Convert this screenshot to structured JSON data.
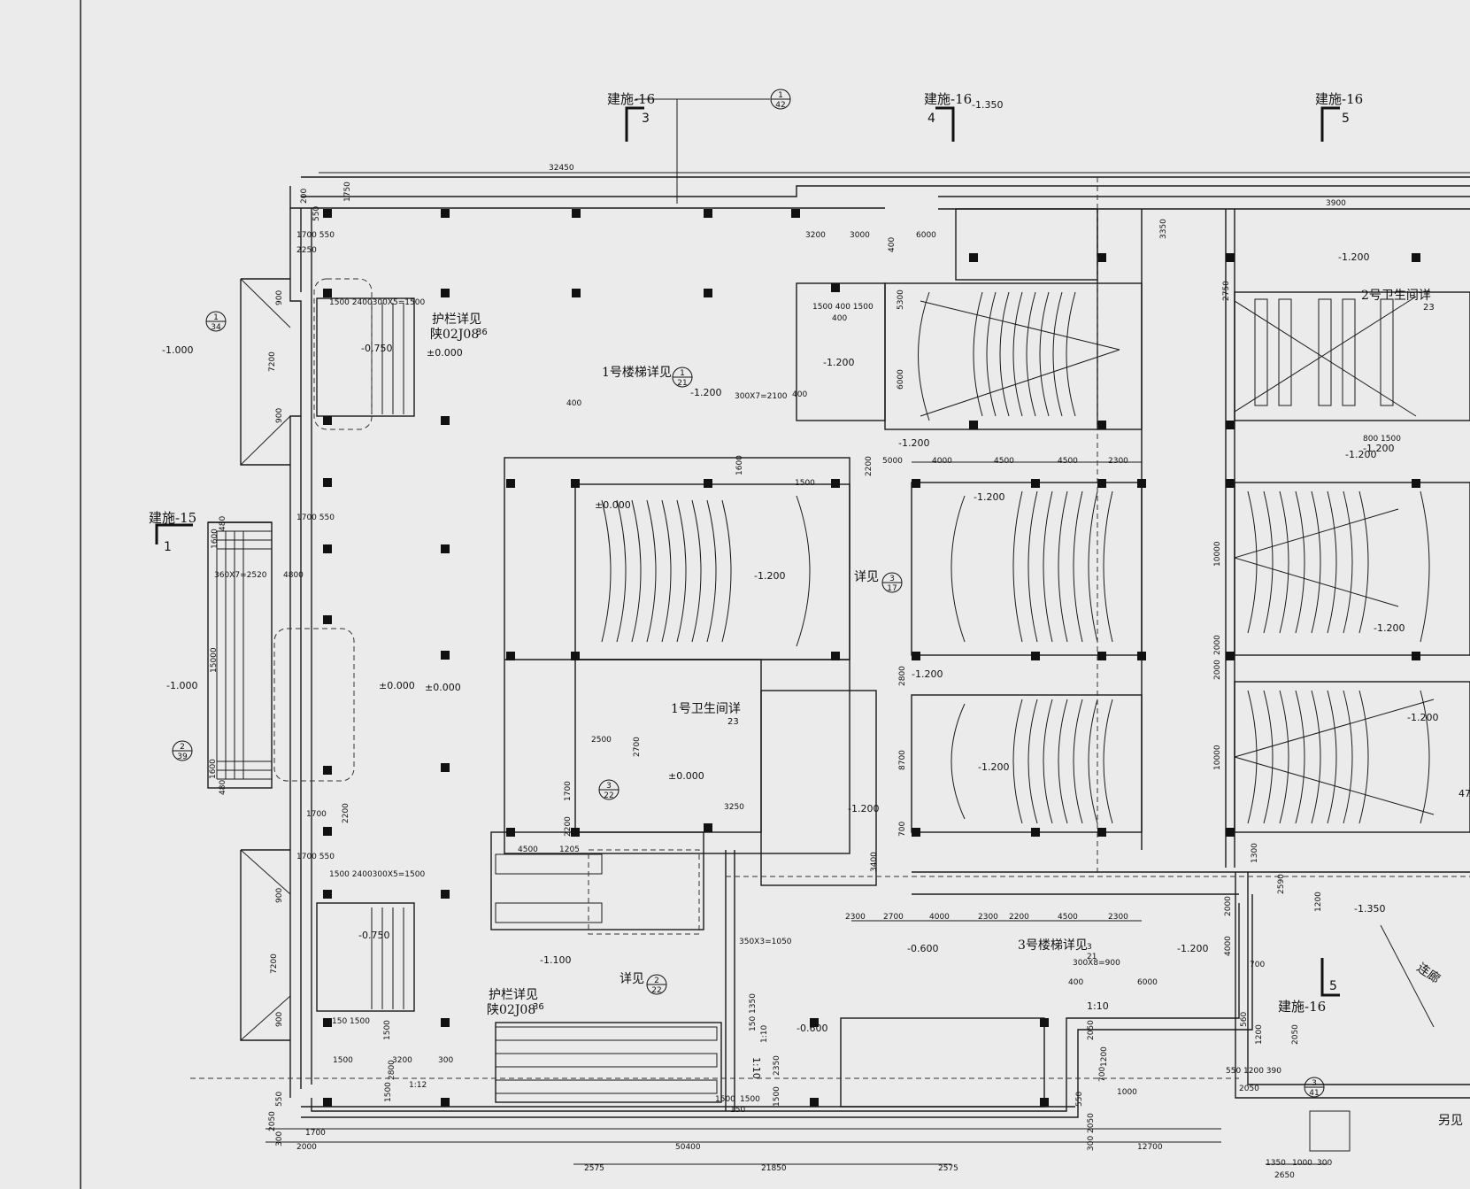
{
  "sections": {
    "s3": {
      "ref": "建施-16",
      "num": "3"
    },
    "s4": {
      "ref": "建施-16",
      "num": "4"
    },
    "s5t": {
      "ref": "建施-16",
      "num": "5"
    },
    "s1": {
      "ref": "建施-15",
      "num": "1"
    },
    "s5b": {
      "ref": "建施-16",
      "num": "5"
    }
  },
  "detail_circles": [
    {
      "top": "1",
      "bottom": "42"
    },
    {
      "top": "1",
      "bottom": "34"
    },
    {
      "top": "2",
      "bottom": "39"
    },
    {
      "top": "1",
      "bottom": "21"
    },
    {
      "top": "3",
      "bottom": "17"
    },
    {
      "top": "3",
      "bottom": "22"
    },
    {
      "top": "2",
      "bottom": "22"
    },
    {
      "top": "3",
      "bottom": "41"
    }
  ],
  "labels": {
    "guardrail_top": "护栏详见",
    "guardrail_top_ref": "陕02J08",
    "guardrail_top_circle": "36",
    "guardrail_bottom": "护栏详见",
    "guardrail_bottom_ref": "陕02J08",
    "guardrail_bottom_circle": "36",
    "stair1": "1号楼梯详见",
    "stair3": "3号楼梯详见",
    "stair3_circle": "3",
    "stair3_circle_b": "21",
    "wc1": "1号卫生间详",
    "wc1_circle": "23",
    "wc2": "2号卫生间详",
    "wc2_circle": "23",
    "see3": "详见",
    "see2": "详见",
    "also_see": "另见",
    "connector": "连廊",
    "ramp": "1:10",
    "ramp2": "1:10",
    "ramp3": "1:12"
  },
  "elevations": [
    "-1.350",
    "-1.000",
    "-0.750",
    "±0.000",
    "-1.000",
    "-0.750",
    "±0.000",
    "-1.200",
    "-1.200",
    "±0.000",
    "-1.200",
    "-1.200",
    "-1.200",
    "-1.200",
    "-1.200",
    "-1.200",
    "-1.200",
    "-1.200",
    "-1.200",
    "±0.000",
    "-1.100",
    "-0.600",
    "-0.600",
    "-1.200",
    "-1.350",
    "-1.200",
    "-1.200",
    "±0.000"
  ],
  "dims": {
    "top_overall": "32450",
    "d1750": "1750",
    "d200": "200",
    "d550": "550",
    "d1700_550": "1700 550",
    "d2250": "2250",
    "stair_top": "1500 2400300X5=1500",
    "d900": "900",
    "d7200": "7200",
    "d900b": "900",
    "d1700_550b": "1700 550",
    "d1600": "1600",
    "d480": "480",
    "steps1": "360X7=2520",
    "d4800": "4800",
    "d15000": "15000",
    "d1600b": "1600",
    "d480b": "480",
    "d1700": "1700",
    "d2200": "2200",
    "d1700_550c": "1700 550",
    "stair_bot": "1500 2400300X5=1500",
    "d900c": "900",
    "d7200b": "7200",
    "d900d": "900",
    "d3200": "3200",
    "d3000": "3000",
    "d6000": "6000",
    "d400": "400",
    "d5300": "5300",
    "d6000b": "6000",
    "d1500_400": "1500 400 1500",
    "d400b": "400",
    "steps2": "300X7=2100",
    "d400c": "400",
    "d400d": "400",
    "d1600c": "1600",
    "d2200b": "2200",
    "d1500": "1500",
    "r5000": "5000",
    "r4000": "4000",
    "r4500": "4500",
    "r4500b": "4500",
    "r2300": "2300",
    "d2800": "2800",
    "d8700": "8700",
    "d700": "700",
    "d3400": "3400",
    "b2300": "2300",
    "b2700": "2700",
    "b4000": "4000",
    "b2300b": "2300",
    "b2200": "2200",
    "b4500": "4500",
    "b2300c": "2300",
    "d2500": "2500",
    "d2700": "2700",
    "d1700b": "1700",
    "d2200c": "2200",
    "d3250": "3250",
    "d4500": "4500",
    "d1205": "1205",
    "steps3": "350X3=1050",
    "steps4": "300X8=900",
    "d400e": "400",
    "d6000c": "6000",
    "d3900": "3900",
    "d3350": "3350",
    "d2750": "2750",
    "d800_1500": "800 1500",
    "d10000": "10000",
    "d2000": "2000",
    "d2000b": "2000",
    "d10000b": "10000",
    "d1300": "1300",
    "d2590": "2590",
    "d1200": "1200",
    "d2000c": "2000",
    "d4000": "4000",
    "d700b": "700",
    "d560": "560",
    "d1200b": "1200",
    "d2050": "2050",
    "d550_1200_390": "550 1200 390",
    "d2050b": "2050",
    "d1000": "1000",
    "d1200c": "1200",
    "d2050c": "2050",
    "d700c": "700",
    "bl150_1500": "150 1500",
    "bl1500": "1500",
    "bl1500b": "1500",
    "bl2800": "2800",
    "bl300": "300",
    "bl3200": "3200",
    "bl1500c": "1500",
    "bl150_1350": "150 1350",
    "bl2350": "2350",
    "bl1500d": "1500",
    "bl1500e": "1500",
    "bl1500f": "1500",
    "bl150": "150",
    "bl1_10": "1:10",
    "bot550": "550",
    "bot2050": "2050",
    "bot300": "300",
    "bot1700": "1700",
    "bot2000": "2000",
    "bot50400": "50400",
    "bot12700": "12700",
    "bot2575": "2575",
    "bot21850": "21850",
    "bot2575b": "2575",
    "bot1350": "1350",
    "bot1000": "1000",
    "bot300b": "300",
    "bot2650": "2650",
    "r550": "550",
    "r2050": "2050",
    "r300": "300",
    "r47": "47"
  }
}
